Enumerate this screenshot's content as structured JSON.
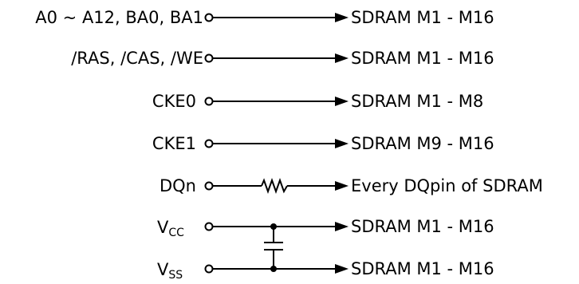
{
  "signals": {
    "address": {
      "label": "A0 ~ A12, BA0, BA1",
      "target": "SDRAM M1 - M16"
    },
    "control": {
      "label": "/RAS, /CAS, /WE",
      "target": "SDRAM M1 - M16"
    },
    "cke0": {
      "label": "CKE0",
      "target": "SDRAM M1 - M8"
    },
    "cke1": {
      "label": "CKE1",
      "target": "SDRAM M9 - M16"
    },
    "dqn": {
      "label": "DQn",
      "target": "Every DQpin of SDRAM"
    },
    "vcc": {
      "label": "V",
      "label_sub": "CC",
      "target": "SDRAM M1 - M16"
    },
    "vss": {
      "label": "V",
      "label_sub": "SS",
      "target": "SDRAM M1 - M16"
    }
  },
  "components": {
    "dq_series": "resistor-icon",
    "decoupling": "capacitor-icon"
  }
}
